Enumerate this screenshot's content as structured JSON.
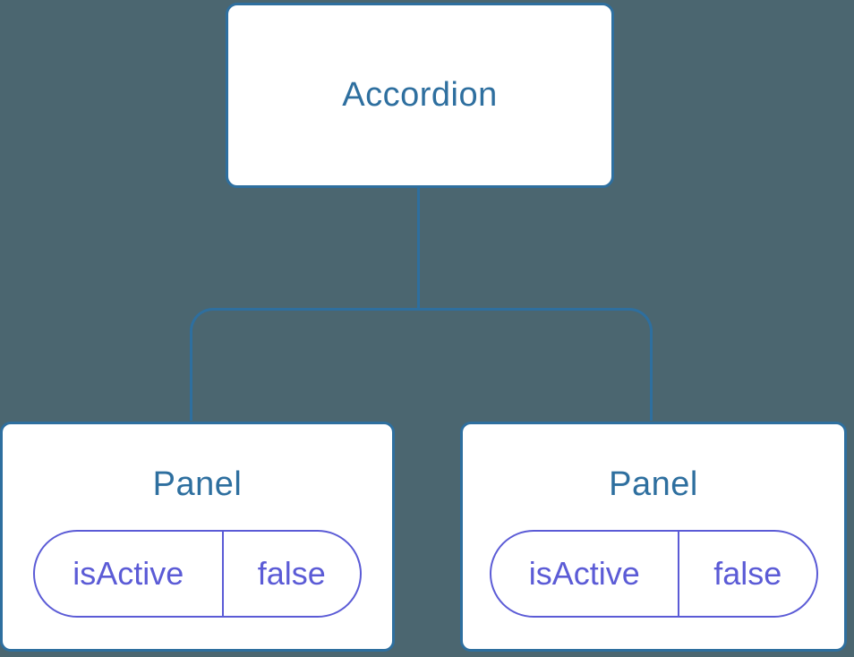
{
  "diagram": {
    "type": "component-tree",
    "colors": {
      "background": "#4B6670",
      "node_border": "#2E6F9F",
      "node_text": "#2E6F9F",
      "node_fill": "#FFFFFF",
      "pill_accent": "#5B5BD6"
    },
    "tree": {
      "root": {
        "label": "Accordion"
      },
      "children": [
        {
          "label": "Panel",
          "state": {
            "key": "isActive",
            "value": "false"
          }
        },
        {
          "label": "Panel",
          "state": {
            "key": "isActive",
            "value": "false"
          }
        }
      ]
    }
  }
}
